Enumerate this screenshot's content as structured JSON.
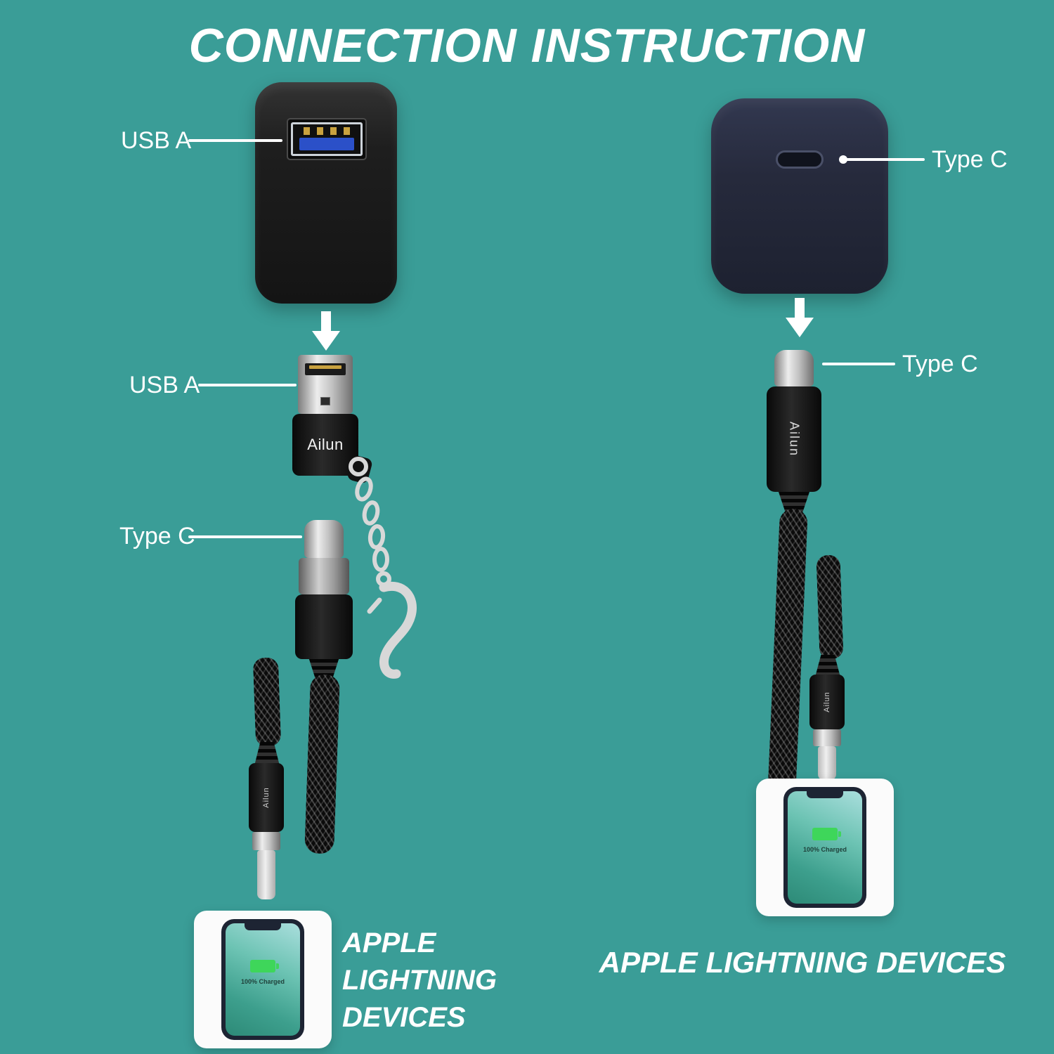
{
  "title": "CONNECTION INSTRUCTION",
  "brand": "Ailun",
  "colors": {
    "background": "#3A9D97",
    "label_text": "#FFFFFF",
    "charger_left_black": "#1E1E1E",
    "charger_right_navy": "#262A3C",
    "cable_black": "#0B0B0B",
    "metal_silver": "#C2C2C2",
    "usb_tongue_blue": "#2B50C8",
    "battery_green": "#3ED65A",
    "phone_frame_navy": "#1D2433"
  },
  "left": {
    "charger_port_label": "USB A",
    "adapter_label": "USB A",
    "connector_label": "Type C",
    "phone_status": "100% Charged",
    "caption_line1": "APPLE",
    "caption_line2": "LIGHTNING",
    "caption_line3": "DEVICES"
  },
  "right": {
    "charger_port_label": "Type C",
    "connector_label": "Type C",
    "phone_status": "100% Charged",
    "caption": "APPLE LIGHTNING DEVICES"
  }
}
